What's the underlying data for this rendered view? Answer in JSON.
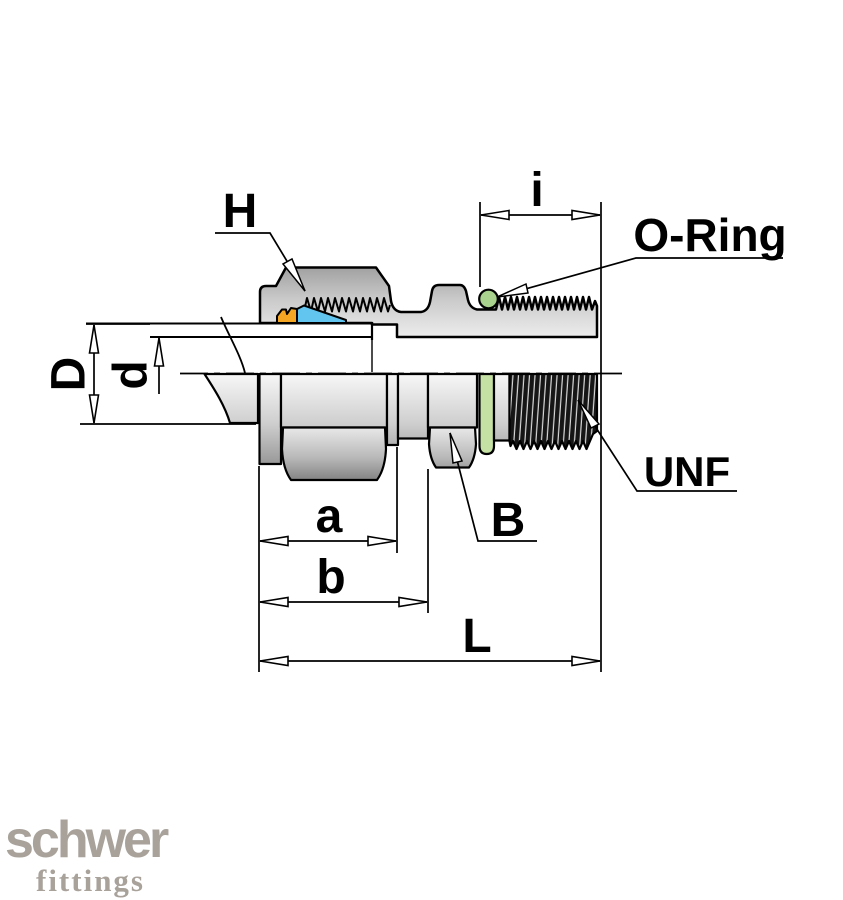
{
  "diagram": {
    "type": "technical-drawing",
    "subject": "male-stud-coupling-cross-section",
    "labels": {
      "H": "H",
      "i": "i",
      "o_ring": "O-Ring",
      "D": "D",
      "d": "d",
      "a": "a",
      "b": "b",
      "L": "L",
      "B": "B",
      "unf": "UNF"
    },
    "colors": {
      "outline": "#000000",
      "orange_ring": "#f5a623",
      "blue_ring": "#62c5ef",
      "o_ring": "#a9d28e",
      "o_ring_band": "#c6e1a4",
      "thread_dark": "#161616"
    }
  },
  "logo": {
    "brand": "schwer",
    "sub": "fittings",
    "color": "#a8a29b"
  }
}
